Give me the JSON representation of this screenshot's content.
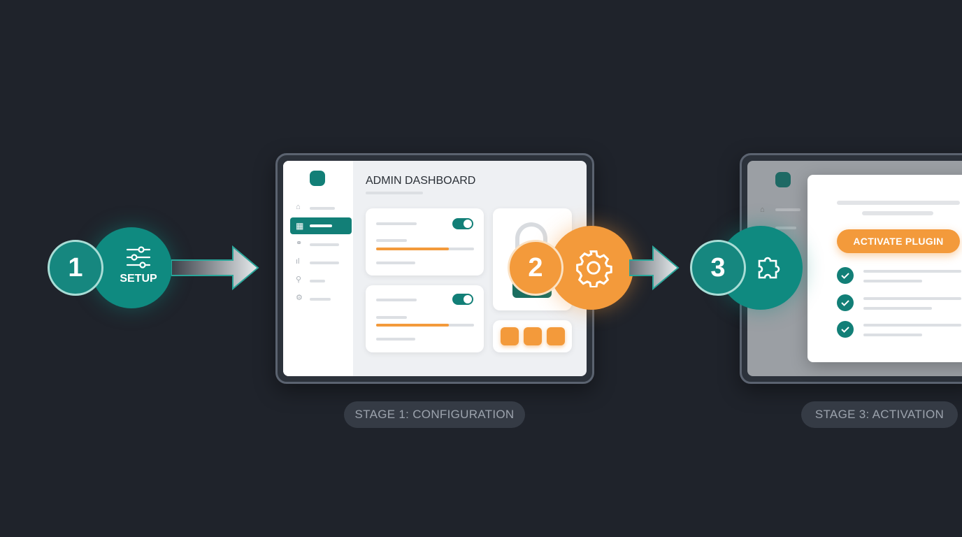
{
  "steps": [
    {
      "number": "1",
      "label": "SETUP",
      "icon": "sliders-icon",
      "color": "#0f8a80"
    },
    {
      "number": "2",
      "icon": "gear-icon",
      "color": "#f39a3b"
    },
    {
      "number": "3",
      "icon": "puzzle-icon",
      "color": "#0f8a80"
    }
  ],
  "stage1": {
    "title": "ADMIN DASHBOARD",
    "caption": "STAGE 1: CONFIGURATION",
    "progress": [
      0.74,
      0.74
    ],
    "toggles": [
      true,
      true
    ]
  },
  "stage3": {
    "button_label": "ACTIVATE PLUGIN",
    "caption": "STAGE 3: ACTIVATION",
    "checks": 3
  },
  "colors": {
    "background": "#1f232b",
    "teal": "#0f8a80",
    "orange": "#f39a3b"
  }
}
